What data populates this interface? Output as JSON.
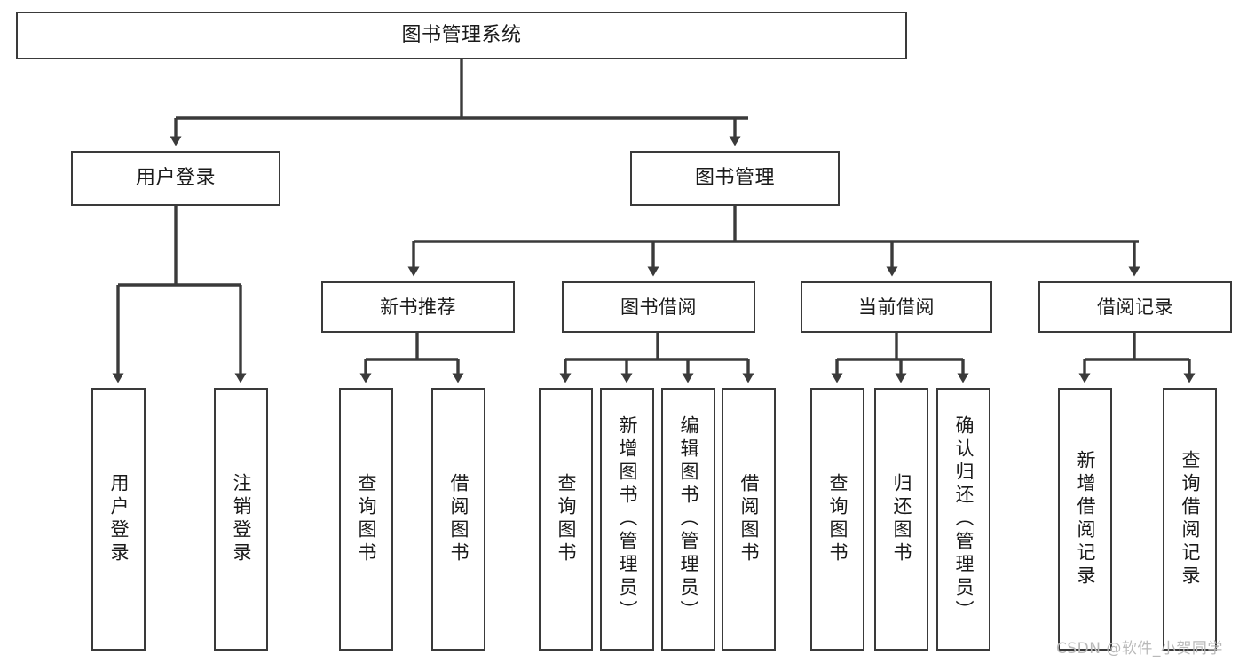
{
  "diagram": {
    "title": "图书管理系统",
    "type": "tree-hierarchy-chart",
    "colors": {
      "box_border": "#3a3a3a",
      "box_fill": "#ffffff",
      "connector": "#3a3a3a",
      "text": "#1a1a1a",
      "background": "#ffffff",
      "watermark": "#b9b9b9"
    },
    "root": {
      "label": "图书管理系统"
    },
    "level2": [
      {
        "label": "用户登录"
      },
      {
        "label": "图书管理"
      }
    ],
    "level3": [
      {
        "label": "新书推荐"
      },
      {
        "label": "图书借阅"
      },
      {
        "label": "当前借阅"
      },
      {
        "label": "借阅记录"
      }
    ],
    "leaves": {
      "user_login": [
        {
          "label": "用户登录"
        },
        {
          "label": "注销登录"
        }
      ],
      "new_book_recommend": [
        {
          "label": "查询图书"
        },
        {
          "label": "借阅图书"
        }
      ],
      "book_borrow": [
        {
          "label": "查询图书"
        },
        {
          "label": "新增图书（管理员）"
        },
        {
          "label": "编辑图书（管理员）"
        },
        {
          "label": "借阅图书"
        }
      ],
      "current_borrow": [
        {
          "label": "查询图书"
        },
        {
          "label": "归还图书"
        },
        {
          "label": "确认归还（管理员）"
        }
      ],
      "borrow_record": [
        {
          "label": "新增借阅记录"
        },
        {
          "label": "查询借阅记录"
        }
      ]
    },
    "watermark": "CSDN @软件_小贺同学"
  }
}
